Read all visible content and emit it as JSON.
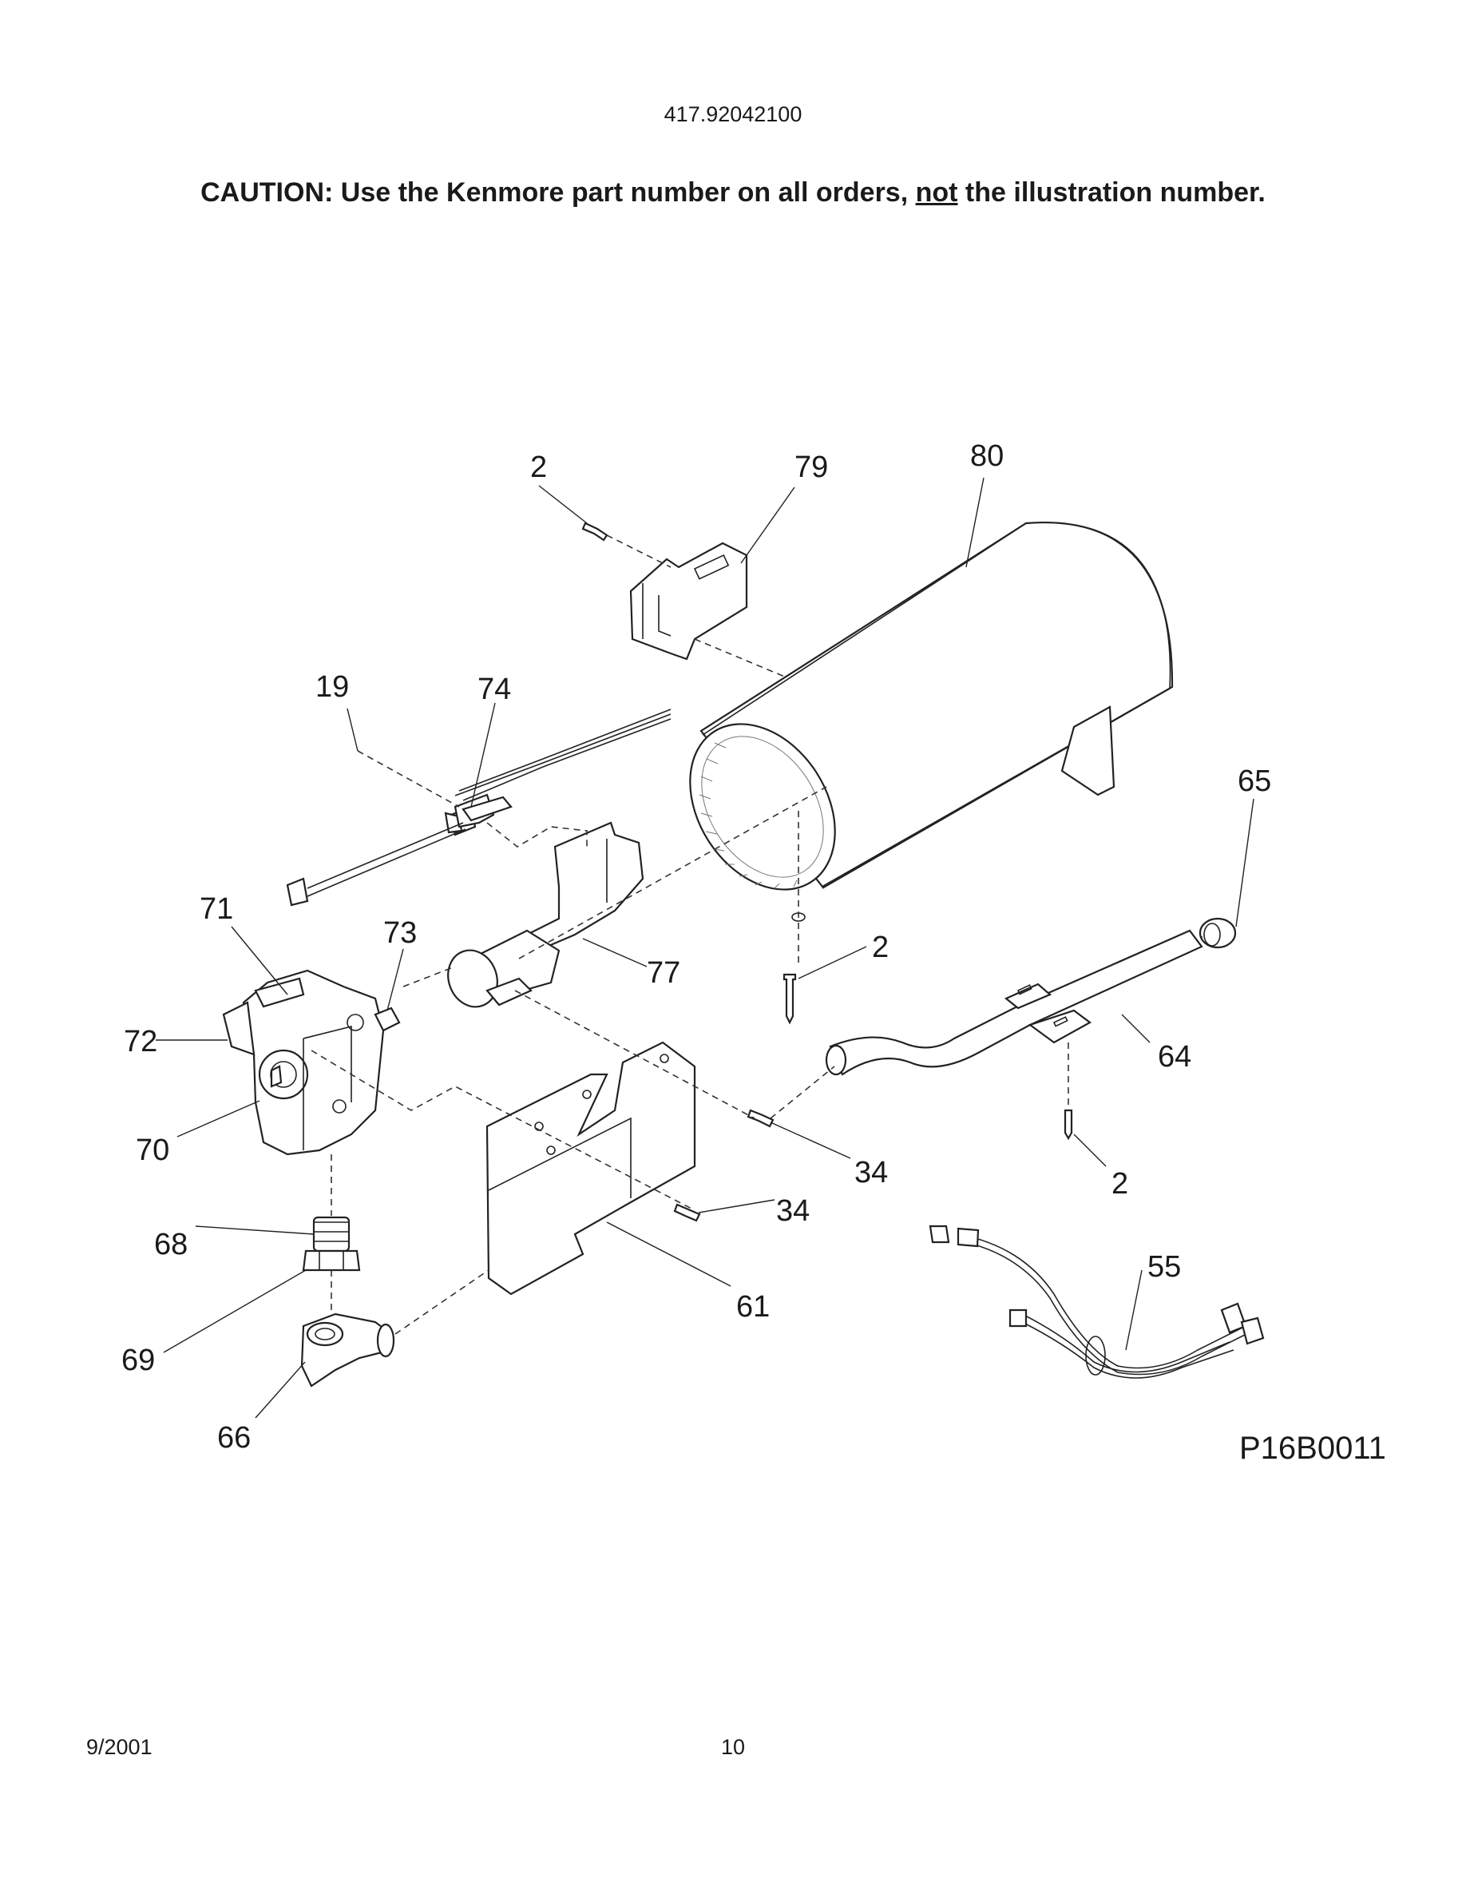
{
  "header": {
    "model_number": "417.92042100",
    "caution_prefix": "CAUTION: Use the Kenmore part number on all orders,",
    "caution_emphasis": "not",
    "caution_suffix": "the illustration number."
  },
  "diagram": {
    "code": "P16B0011",
    "callouts": {
      "screw_top": "2",
      "bracket_79": "79",
      "cylinder_80": "80",
      "wire_19": "19",
      "sensor_74": "74",
      "cap_65": "65",
      "valve_71": "71",
      "orifice_73": "73",
      "burner_77": "77",
      "screw_mid": "2",
      "valve_72": "72",
      "tube_64": "64",
      "valve_70": "70",
      "screw_34a": "34",
      "screw_low": "2",
      "screw_34b": "34",
      "fitting_68": "68",
      "harness_55": "55",
      "shield_61": "61",
      "nut_69": "69",
      "elbow_66": "66"
    }
  },
  "footer": {
    "date": "9/2001",
    "page": "10"
  }
}
